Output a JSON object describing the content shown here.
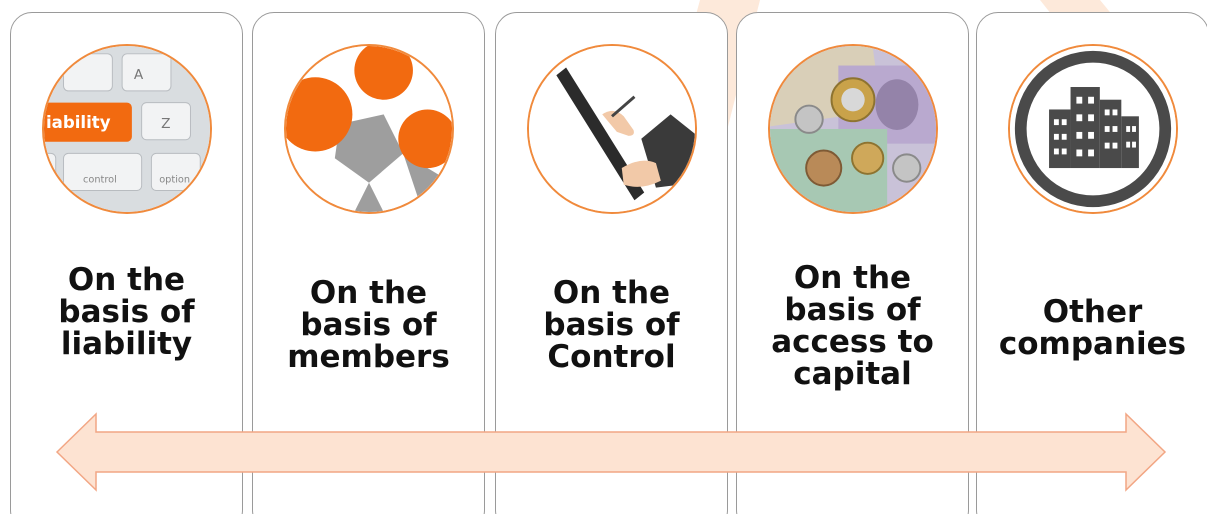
{
  "colors": {
    "accent_orange": "#f26a10",
    "ring_orange": "#f08a3c",
    "arrow_fill": "#fde3d2",
    "arrow_stroke": "#f2a684",
    "card_border": "#9a9a9a",
    "icon_gray": "#4a4a4a"
  },
  "cards": [
    {
      "label": "On the\nbasis of\nliability",
      "icon": "keyboard-liability-key-image",
      "key_text": "iability"
    },
    {
      "label": "On the\nbasis of\nmembers",
      "icon": "members-network-icon"
    },
    {
      "label": "On the\nbasis of\nControl",
      "icon": "hand-signing-clipboard-image"
    },
    {
      "label": "On the\nbasis of\naccess to\ncapital",
      "icon": "money-coins-notes-image"
    },
    {
      "label": "Other\ncompanies",
      "icon": "buildings-icon"
    }
  ],
  "arrow": {
    "direction": "both"
  }
}
